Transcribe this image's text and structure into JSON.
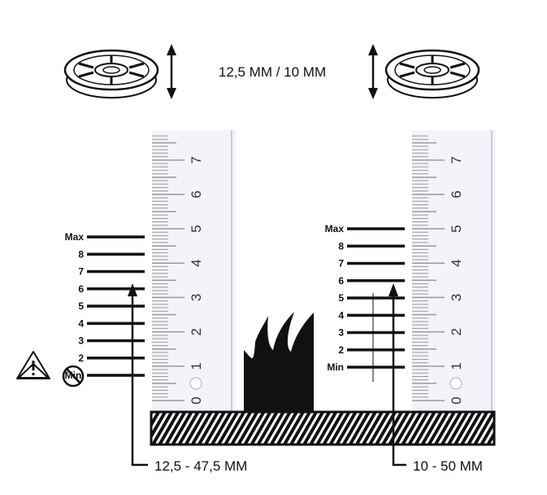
{
  "header": {
    "spacer_label": "12,5 MM / 10 MM"
  },
  "left_gauge": {
    "levels": [
      "Max",
      "8",
      "7",
      "6",
      "5",
      "4",
      "3",
      "2",
      "Min"
    ],
    "range_label": "12,5 - 47,5 MM",
    "min_icon": "no-min-icon",
    "warning_icon": "warning-triangle-icon"
  },
  "right_gauge": {
    "levels": [
      "Max",
      "8",
      "7",
      "6",
      "5",
      "4",
      "3",
      "2",
      "Min"
    ],
    "range_label": "10 - 50 MM"
  },
  "ruler": {
    "numbers": [
      "0",
      "1",
      "2",
      "3",
      "4",
      "5",
      "6",
      "7"
    ]
  },
  "colors": {
    "ink": "#111111",
    "ruler_bg": "#f3f4f9",
    "ruler_tick": "#999999"
  }
}
